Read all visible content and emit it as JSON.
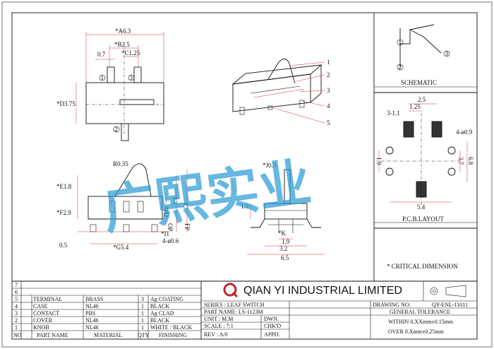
{
  "drawing": {
    "dims_front": {
      "a": "*A6.3",
      "b": "*B2.5",
      "c": "*C1.25",
      "pin_pitch": "0.7",
      "d": "*D3.75"
    },
    "pins_front": [
      "1",
      "2",
      "3"
    ],
    "dims_side": {
      "r": "R0.35",
      "e": "*E1.8",
      "f": "*F2.9",
      "g": "*G5.4",
      "h": "*H2",
      "h2": "4.3",
      "h3": "4.7",
      "op": "OP",
      "fp": "FP",
      "i": "*I1",
      "hole": "4-ø0.6",
      "base": "0.5"
    },
    "dims_right": {
      "j": "*J0.5",
      "k": "*K",
      "w1": "1.9",
      "w2": "3.2",
      "w3": "6.5",
      "h15": "1.5"
    },
    "callouts": [
      "1",
      "2",
      "3",
      "4",
      "5"
    ],
    "schematic": {
      "title": "SCHEMATIC",
      "pins": [
        "1",
        "2",
        "3"
      ]
    },
    "pcb": {
      "title": "P.C.B.LAYOUT",
      "d25": "2.5",
      "d125": "1.25",
      "d311": "3-1.1",
      "hole": "4-ø0.9",
      "d19": "1.9",
      "d68": "6.8",
      "d37": "3.7",
      "d54": "5.4"
    },
    "critical_note": "* CRITICAL  DIMENSION",
    "watermark": "广熙实业"
  },
  "title_block": {
    "row_numbers": [
      "7",
      "6",
      "5",
      "4",
      "3",
      "2",
      "1",
      "NO"
    ],
    "rows": [
      {
        "no": "5",
        "part": "TERMINAL",
        "material": "BRASS",
        "qty": "3",
        "finish": "Ag COATING"
      },
      {
        "no": "4",
        "part": "CASE",
        "material": "NL46",
        "qty": "1",
        "finish": "BLACK"
      },
      {
        "no": "3",
        "part": "CONTACT",
        "material": "PBS",
        "qty": "1",
        "finish": "Ag CLAD"
      },
      {
        "no": "2",
        "part": "COVER",
        "material": "NL46",
        "qty": "1",
        "finish": "BLACK"
      },
      {
        "no": "1",
        "part": "KNOB",
        "material": "NL46",
        "qty": "1",
        "finish": "WHITE / BLACK"
      }
    ],
    "headers": {
      "part": "PART NAME",
      "material": "MATERIAL",
      "qty": "QTY",
      "finish": "FINISHING"
    },
    "company": "QIAN YI INDUSTRIAL LIMITED",
    "logo_letter": "Q",
    "series": "SERIES : LEAF SWITCH",
    "part_name": "PART NAME: LS-1123M",
    "unit": "UNIT : M.M",
    "scale": "SCALE : 7:1",
    "rev": "REV  : A/0",
    "dwn": "DWN.",
    "chkd": "CHK'D",
    "appd": "APPD.",
    "drawing_no_label": "DRAWING NO:",
    "drawing_no": "QY-ENL-11011",
    "tolerance_title": "GENERAL TOLERANCE",
    "tol1": "WITHIN 0.XXmm±0.15mm",
    "tol2": "OVER   0.Xmm±0.25mm"
  }
}
